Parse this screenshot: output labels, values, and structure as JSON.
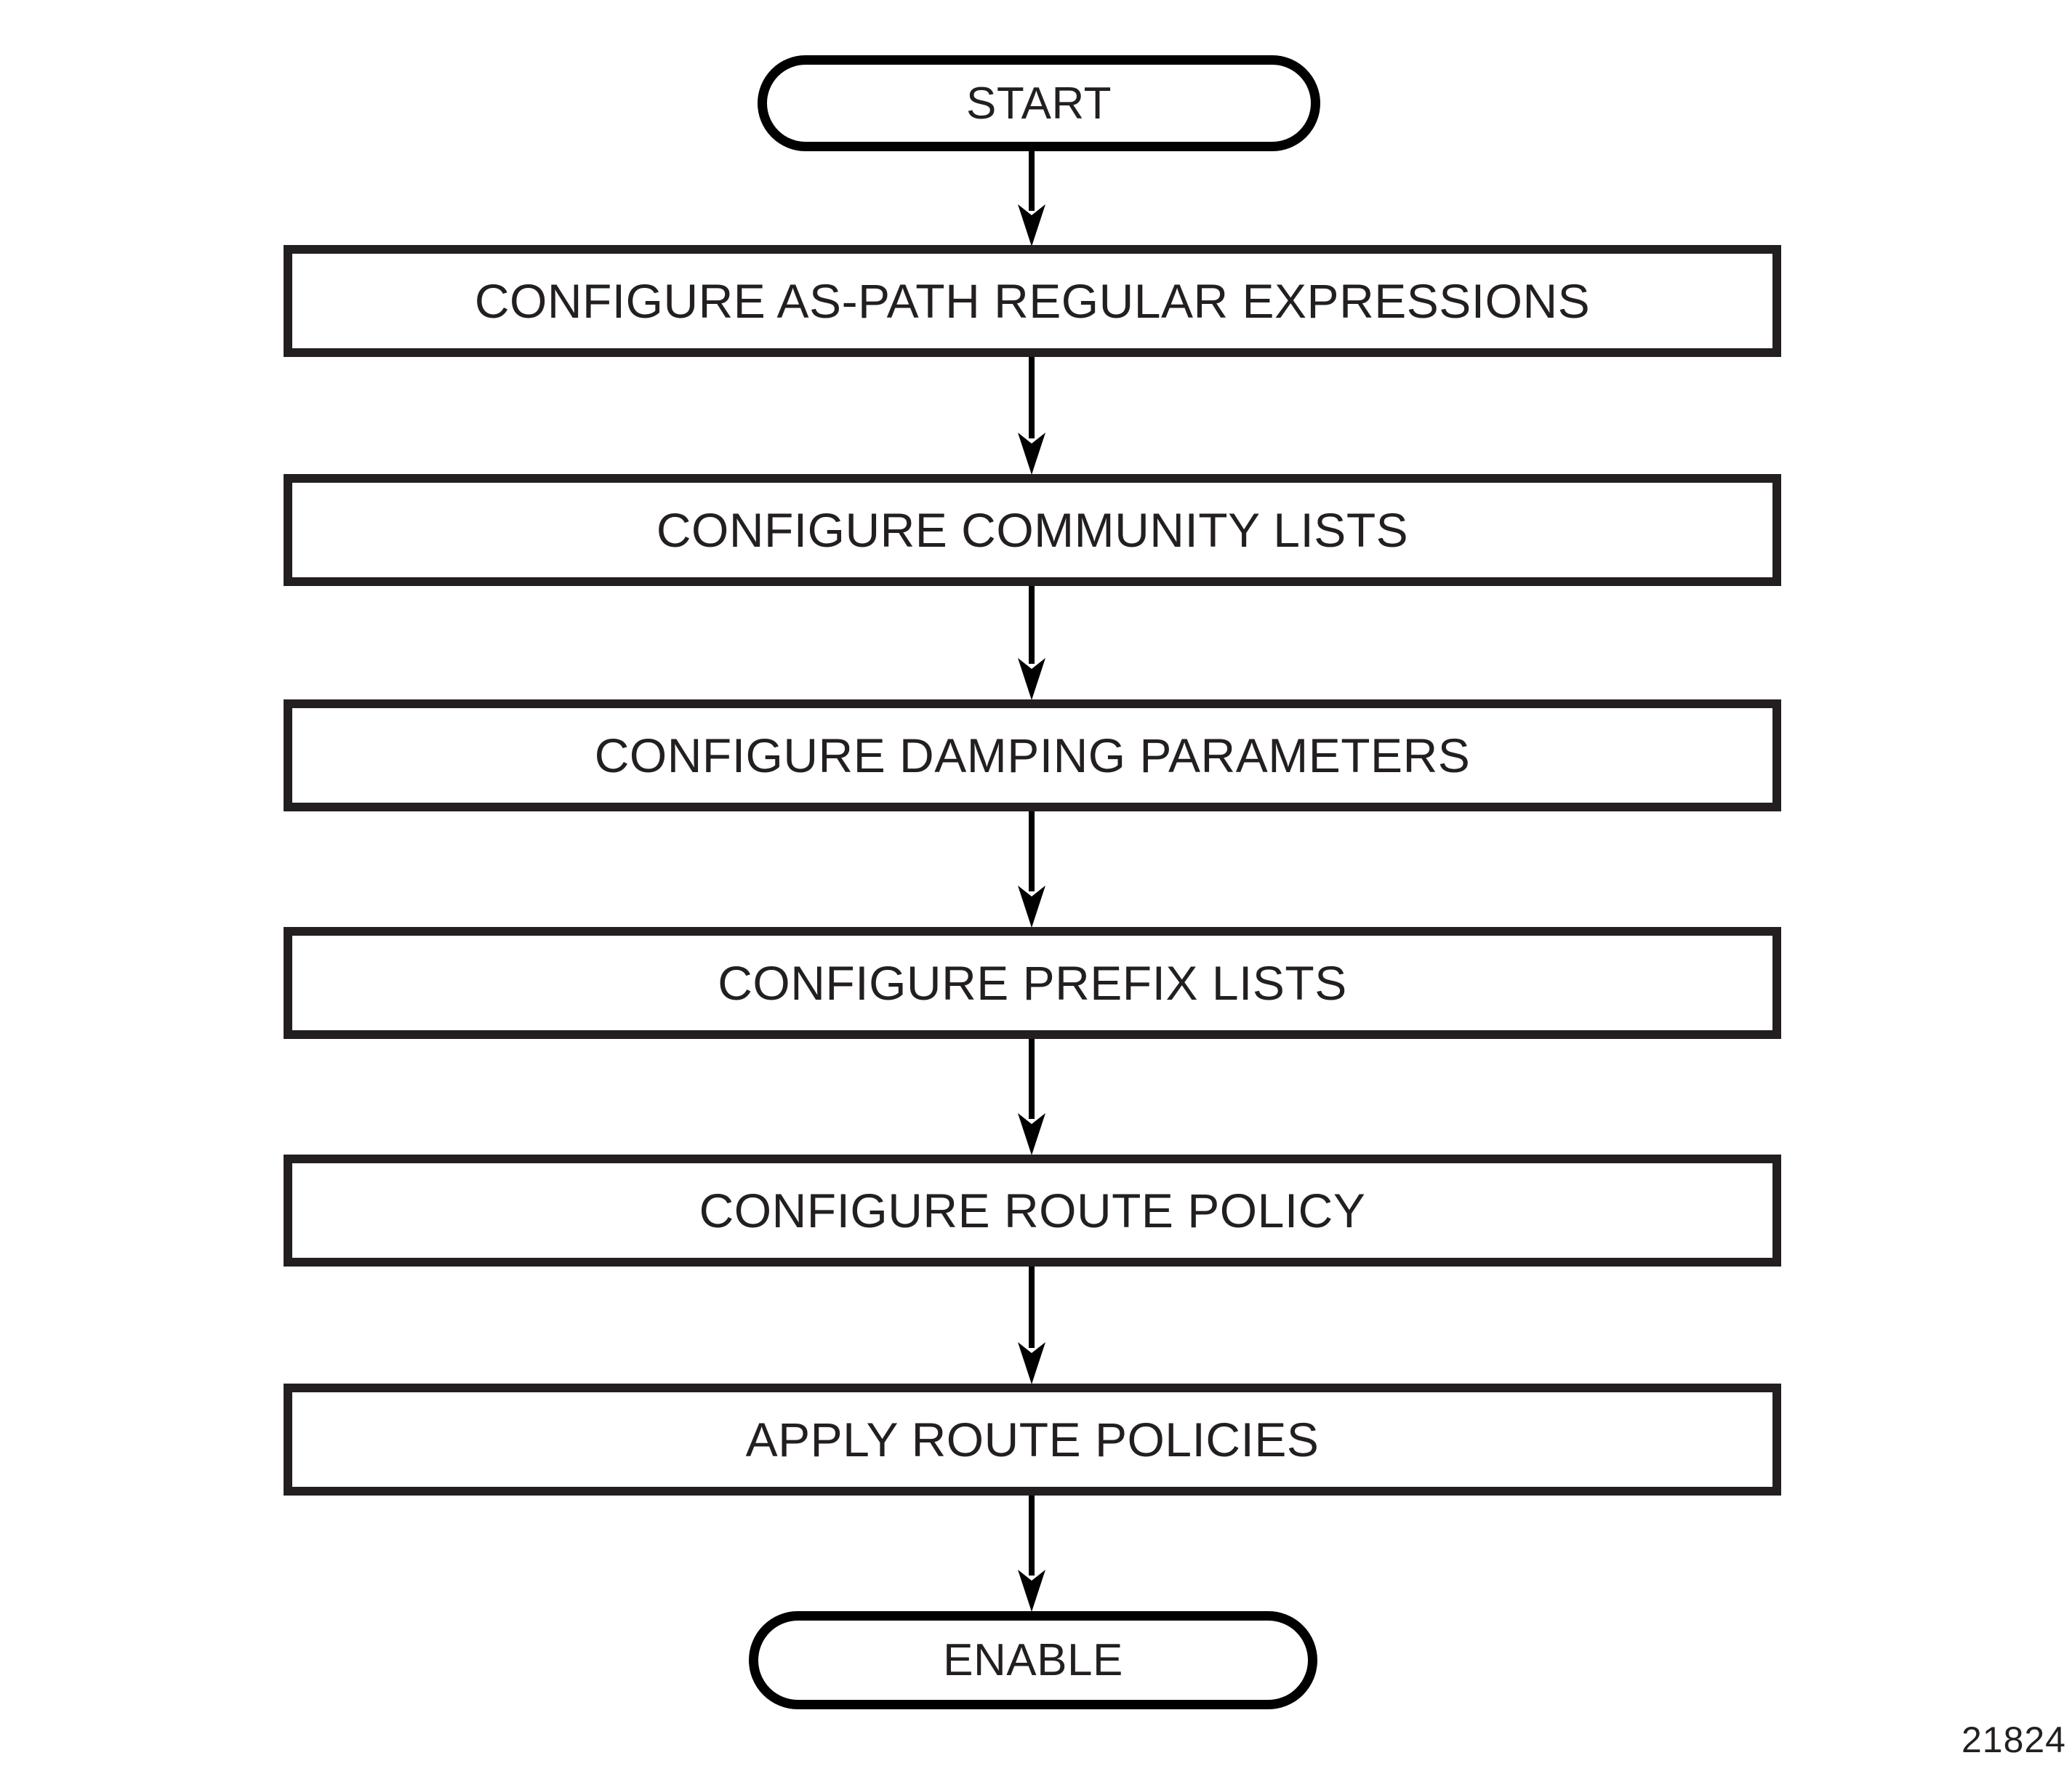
{
  "diagram": {
    "type": "flowchart",
    "orientation": "top-to-bottom",
    "ink_color": "#231f20",
    "background_color": "#ffffff",
    "figure_number": "21824",
    "nodes": [
      {
        "id": "start",
        "shape": "terminal",
        "label": "START"
      },
      {
        "id": "aspath",
        "shape": "process",
        "label": "CONFIGURE AS-PATH REGULAR EXPRESSIONS"
      },
      {
        "id": "community",
        "shape": "process",
        "label": "CONFIGURE COMMUNITY LISTS"
      },
      {
        "id": "damping",
        "shape": "process",
        "label": "CONFIGURE DAMPING PARAMETERS"
      },
      {
        "id": "prefix",
        "shape": "process",
        "label": "CONFIGURE PREFIX LISTS"
      },
      {
        "id": "policy",
        "shape": "process",
        "label": "CONFIGURE ROUTE POLICY"
      },
      {
        "id": "apply",
        "shape": "process",
        "label": "APPLY ROUTE POLICIES"
      },
      {
        "id": "enable",
        "shape": "terminal",
        "label": "ENABLE"
      }
    ],
    "edges": [
      {
        "from": "start",
        "to": "aspath",
        "label": ""
      },
      {
        "from": "aspath",
        "to": "community",
        "label": ""
      },
      {
        "from": "community",
        "to": "damping",
        "label": ""
      },
      {
        "from": "damping",
        "to": "prefix",
        "label": ""
      },
      {
        "from": "prefix",
        "to": "policy",
        "label": ""
      },
      {
        "from": "policy",
        "to": "apply",
        "label": ""
      },
      {
        "from": "apply",
        "to": "enable",
        "label": ""
      }
    ]
  }
}
